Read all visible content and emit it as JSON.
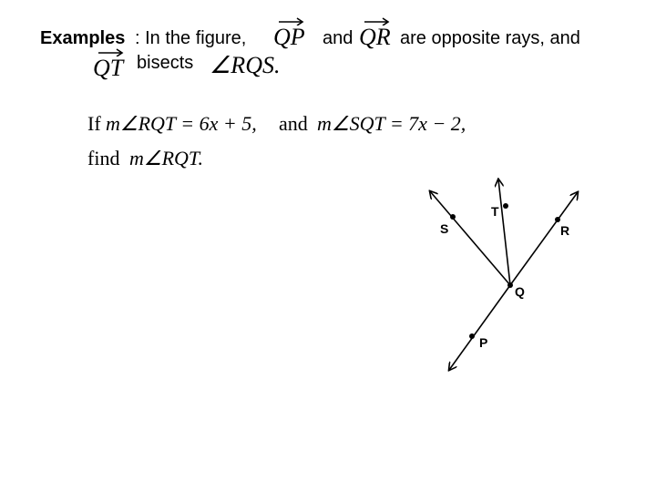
{
  "intro": {
    "label": "Examples",
    "colon_text": ":  In the figure,",
    "ray_1": "QP",
    "and_text": "and",
    "ray_2": "QR",
    "opposite_text": "are opposite rays, and",
    "ray_3": "QT",
    "bisects_text": "bisects",
    "angle_name": "∠RQS."
  },
  "problem": {
    "line_1_if": "If",
    "line_1_math": "m∠RQT = 6x + 5,",
    "line_1_and": "and",
    "line_1_math_2": "m∠SQT = 7x − 2,",
    "line_2_find": "find",
    "line_2_math": "m∠RQT."
  },
  "figure": {
    "points": [
      "S",
      "T",
      "R",
      "Q",
      "P"
    ]
  }
}
